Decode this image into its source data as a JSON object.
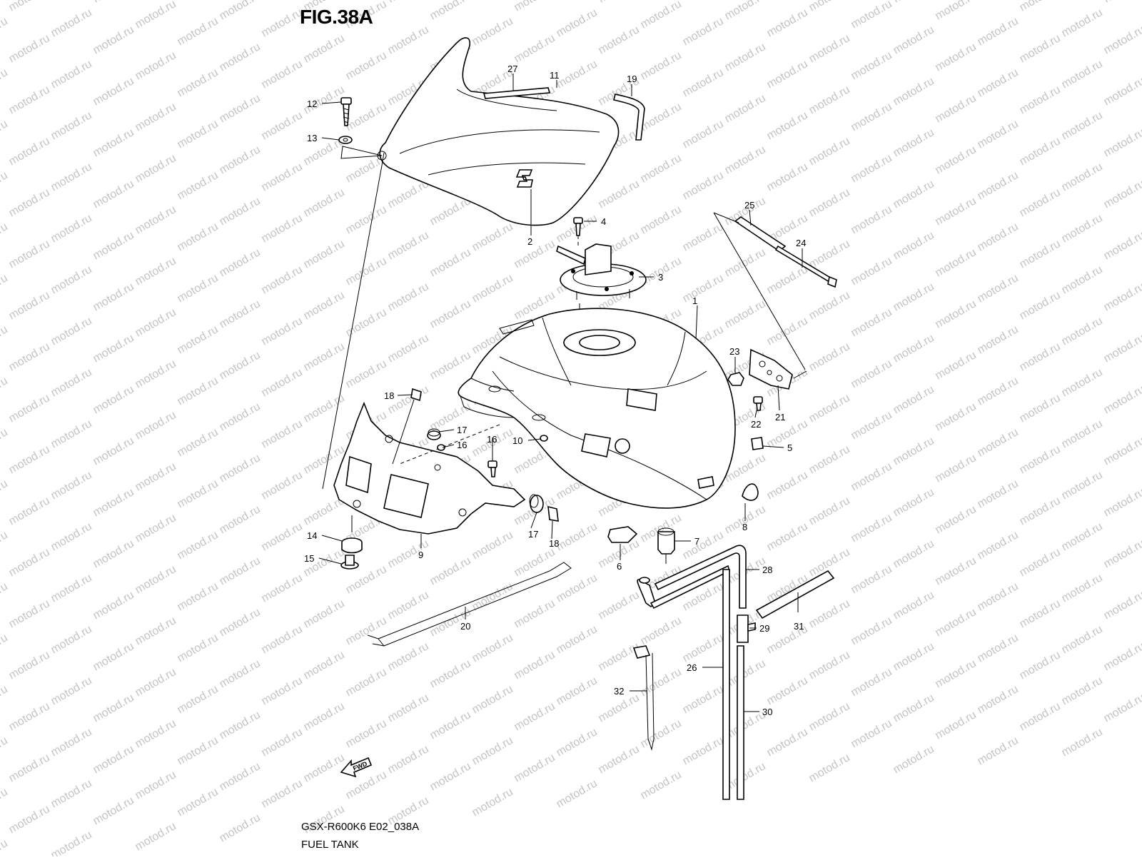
{
  "figure": {
    "title": "FIG.38A",
    "model_code": "GSX-R600K6 E02_038A",
    "assembly_name": "FUEL TANK",
    "watermark": "motod.ru",
    "fwd_label": "FWD"
  },
  "callouts": [
    {
      "id": "c1",
      "label": "1"
    },
    {
      "id": "c2",
      "label": "2"
    },
    {
      "id": "c3",
      "label": "3"
    },
    {
      "id": "c4",
      "label": "4"
    },
    {
      "id": "c5",
      "label": "5"
    },
    {
      "id": "c6",
      "label": "6"
    },
    {
      "id": "c7",
      "label": "7"
    },
    {
      "id": "c8",
      "label": "8"
    },
    {
      "id": "c9",
      "label": "9"
    },
    {
      "id": "c10",
      "label": "10"
    },
    {
      "id": "c11",
      "label": "11"
    },
    {
      "id": "c12",
      "label": "12"
    },
    {
      "id": "c13",
      "label": "13"
    },
    {
      "id": "c14",
      "label": "14"
    },
    {
      "id": "c15",
      "label": "15"
    },
    {
      "id": "c16a",
      "label": "16"
    },
    {
      "id": "c16b",
      "label": "16"
    },
    {
      "id": "c17a",
      "label": "17"
    },
    {
      "id": "c17b",
      "label": "17"
    },
    {
      "id": "c18a",
      "label": "18"
    },
    {
      "id": "c18b",
      "label": "18"
    },
    {
      "id": "c19",
      "label": "19"
    },
    {
      "id": "c20",
      "label": "20"
    },
    {
      "id": "c21",
      "label": "21"
    },
    {
      "id": "c22",
      "label": "22"
    },
    {
      "id": "c23",
      "label": "23"
    },
    {
      "id": "c24",
      "label": "24"
    },
    {
      "id": "c25",
      "label": "25"
    },
    {
      "id": "c26",
      "label": "26"
    },
    {
      "id": "c27",
      "label": "27"
    },
    {
      "id": "c28",
      "label": "28"
    },
    {
      "id": "c29",
      "label": "29"
    },
    {
      "id": "c30",
      "label": "30"
    },
    {
      "id": "c31",
      "label": "31"
    },
    {
      "id": "c32",
      "label": "32"
    }
  ]
}
